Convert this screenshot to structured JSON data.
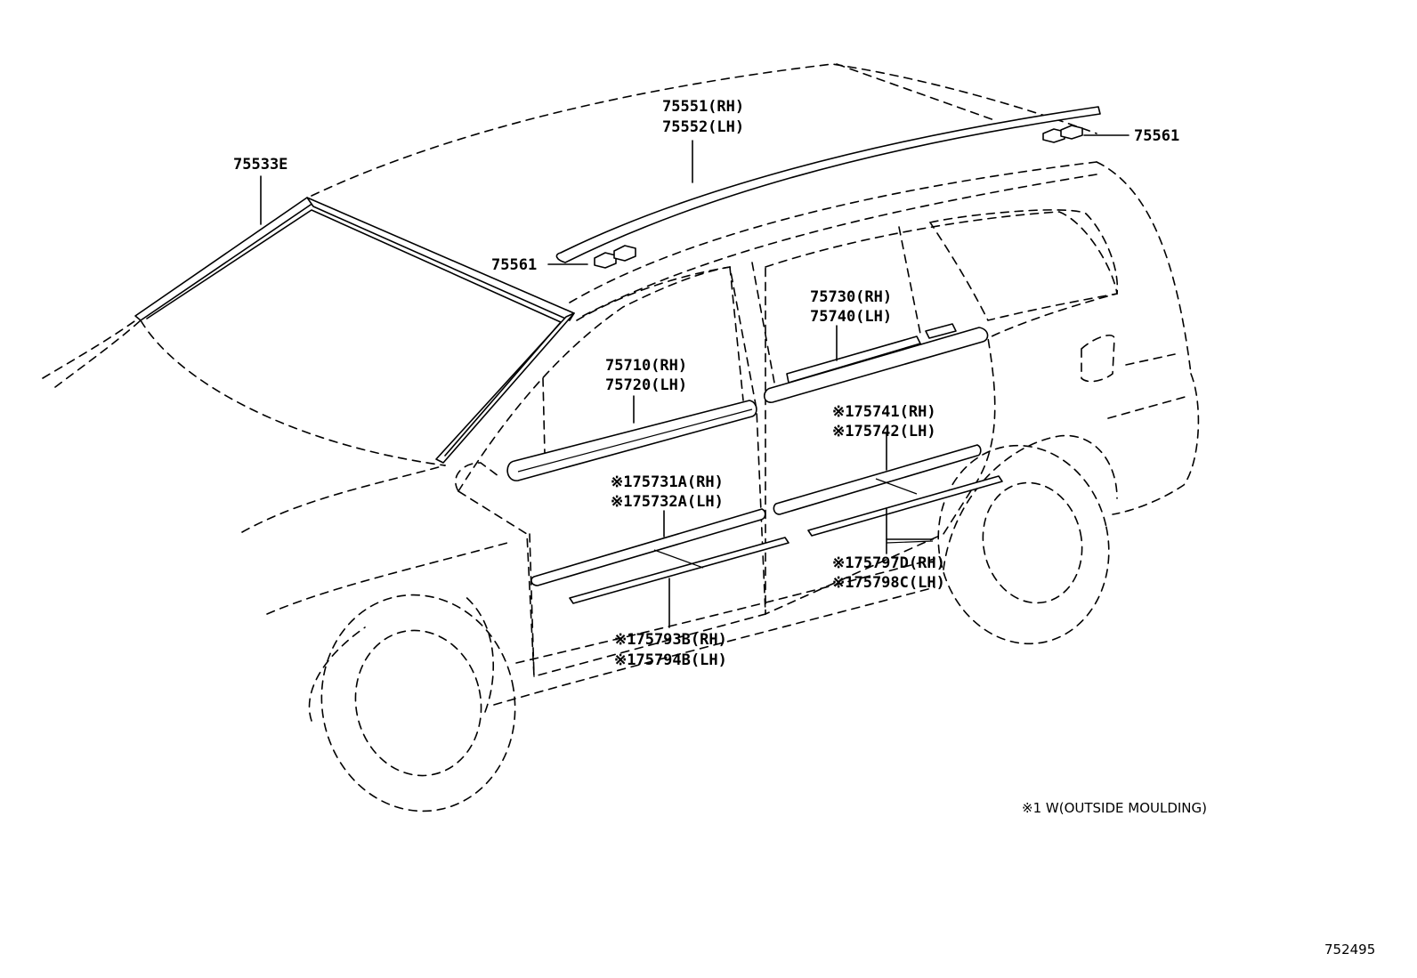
{
  "callouts": {
    "p75533e": "75533E",
    "p75551": "75551(RH)",
    "p75552": "75552(LH)",
    "p75561_top": "75561",
    "p75561_left": "75561",
    "p75730": "75730(RH)",
    "p75740": "75740(LH)",
    "p75710": "75710(RH)",
    "p75720": "75720(LH)",
    "p75741": "※175741(RH)",
    "p75742": "※175742(LH)",
    "p75731a": "※175731A(RH)",
    "p75732a": "※175732A(LH)",
    "p75797d": "※175797D(RH)",
    "p75798c": "※175798C(LH)",
    "p75793b": "※175793B(RH)",
    "p75794b": "※175794B(LH)"
  },
  "footnote": "※1 W(OUTSIDE MOULDING)",
  "diagram_id": "752495"
}
